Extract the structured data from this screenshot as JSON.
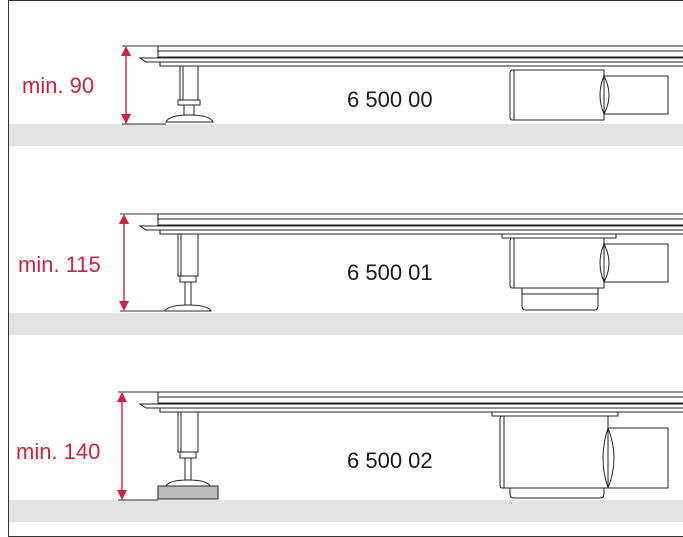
{
  "variants": [
    {
      "min_label": "min. 90",
      "article_no": "6 500 00"
    },
    {
      "min_label": "min. 115",
      "article_no": "6 500 01"
    },
    {
      "min_label": "min. 140",
      "article_no": "6 500 02"
    }
  ],
  "colors": {
    "dimension": "#d4213d",
    "floor": "#e3e3e3",
    "outline": "#222222"
  }
}
